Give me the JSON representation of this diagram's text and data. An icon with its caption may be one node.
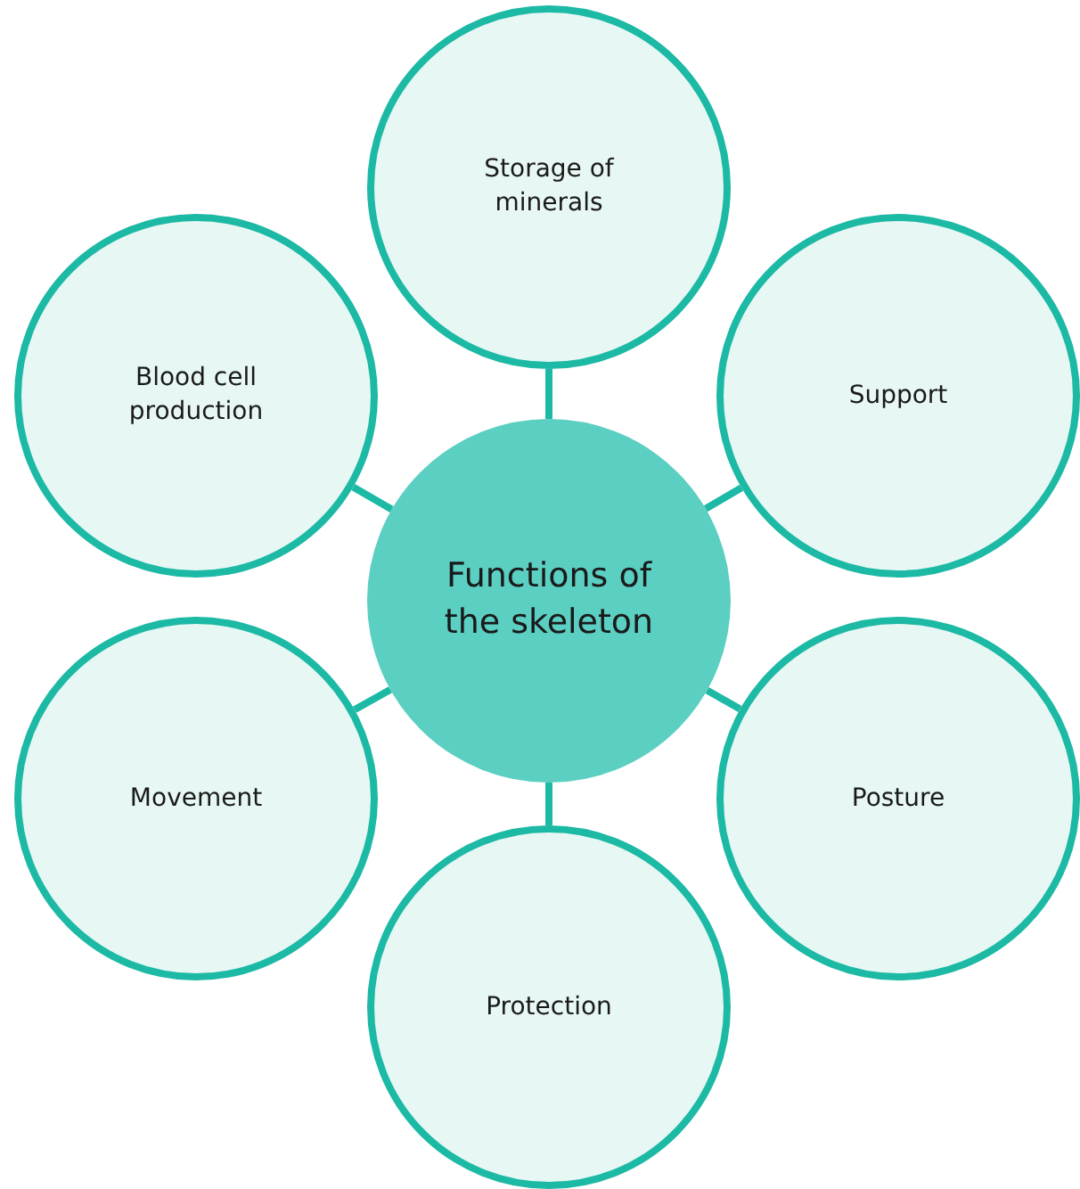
{
  "diagram": {
    "nodes": [
      {
        "text": [
          "Functions of the skeleton"
        ]
      },
      {
        "text": [
          "Storage of minerals"
        ]
      },
      {
        "text": [
          "Support"
        ]
      },
      {
        "text": [
          "Posture"
        ]
      },
      {
        "text": [
          "Protection"
        ]
      },
      {
        "text": [
          "Movement"
        ]
      },
      {
        "text": [
          "Blood cell production"
        ]
      }
    ],
    "edges": [
      {
        "from": 0,
        "to": 1,
        "arrow": "none"
      },
      {
        "from": 0,
        "to": 2,
        "arrow": "none"
      },
      {
        "from": 0,
        "to": 3,
        "arrow": "none"
      },
      {
        "from": 0,
        "to": 4,
        "arrow": "none"
      },
      {
        "from": 0,
        "to": 5,
        "arrow": "none"
      },
      {
        "from": 0,
        "to": 6,
        "arrow": "none"
      }
    ]
  }
}
